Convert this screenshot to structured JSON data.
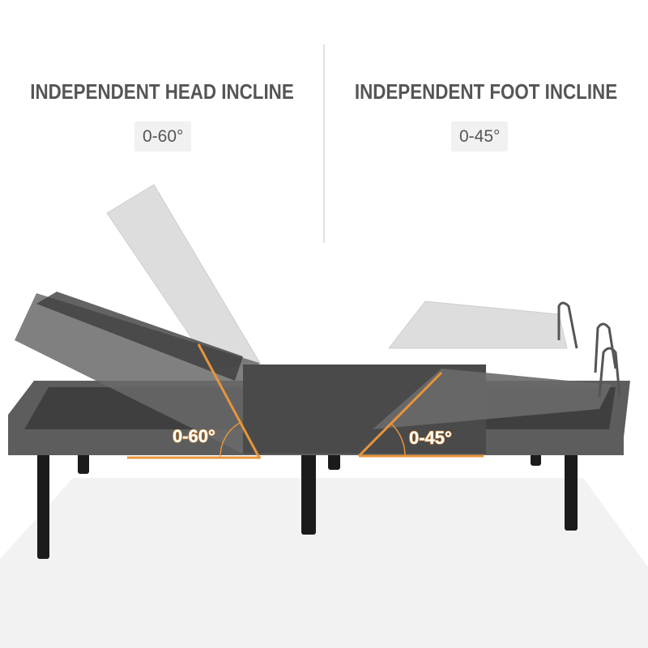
{
  "head": {
    "title": "INDEPENDENT HEAD INCLINE",
    "range": "0-60°",
    "angle_label": "0-60°"
  },
  "foot": {
    "title": "INDEPENDENT FOOT INCLINE",
    "range": "0-45°",
    "angle_label": "0-45°"
  },
  "colors": {
    "text": "#555555",
    "badge_bg": "#f1f1f1",
    "accent": "#e8953a",
    "frame": "#5a5a5a",
    "legs": "#1a1a1a"
  }
}
